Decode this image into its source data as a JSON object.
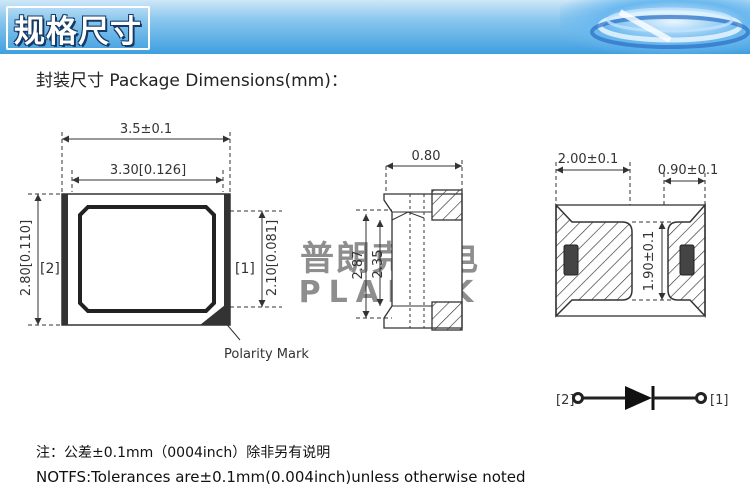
{
  "banner": {
    "title": "规格尺寸",
    "colors": {
      "top": "#cfe7f7",
      "bottom": "#3f9fe0",
      "title_outline": "#163a66"
    },
    "led_strip_image": "led-strip-coil"
  },
  "heading": "封装尺寸 Package Dimensions(mm)：",
  "top_view": {
    "width_overall": "3.5±0.1",
    "width_inner": "3.30[0.126]",
    "height_overall": "2.80[0.110]",
    "height_inner": "2.10[0.081]",
    "terminal_left": "[2]",
    "terminal_right": "[1]",
    "polarity_label": "Polarity Mark"
  },
  "side_view": {
    "thickness": "0.80",
    "height_total": "2.87",
    "height_inner": "2.35"
  },
  "bottom_view": {
    "pad_width": "2.00±0.1",
    "pad_small_width": "0.90±0.1",
    "pad_height": "1.90±0.1"
  },
  "watermark": {
    "cn": "普朗克光电",
    "en": "PLANCK"
  },
  "circuit": {
    "anode_label": "[2]",
    "cathode_label": "[1]"
  },
  "notes": {
    "cn": "注：公差±0.1mm（0004inch）除非另有说明",
    "en": "NOTFS:Tolerances are±0.1mm(0.004inch)unless otherwise noted"
  }
}
